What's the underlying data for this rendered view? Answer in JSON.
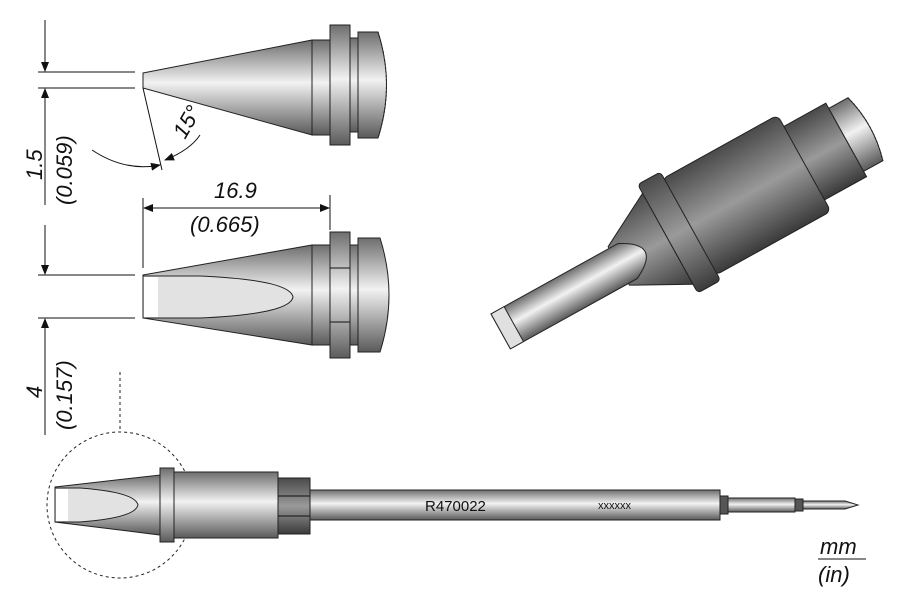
{
  "dimensions": {
    "tip_thickness_mm": "1.5",
    "tip_thickness_in": "(0.059)",
    "angle": "15°",
    "length_mm": "16.9",
    "length_in": "(0.665)",
    "tip_width_mm": "4",
    "tip_width_in": "(0.157)"
  },
  "product": {
    "part_number": "R470022",
    "code": "xxxxxx"
  },
  "units": {
    "primary": "mm",
    "secondary": "(in)"
  },
  "colors": {
    "metal_dark": "#6a6a6a",
    "metal_light": "#f0f0f0",
    "blade_face": "#e2e2e2"
  }
}
